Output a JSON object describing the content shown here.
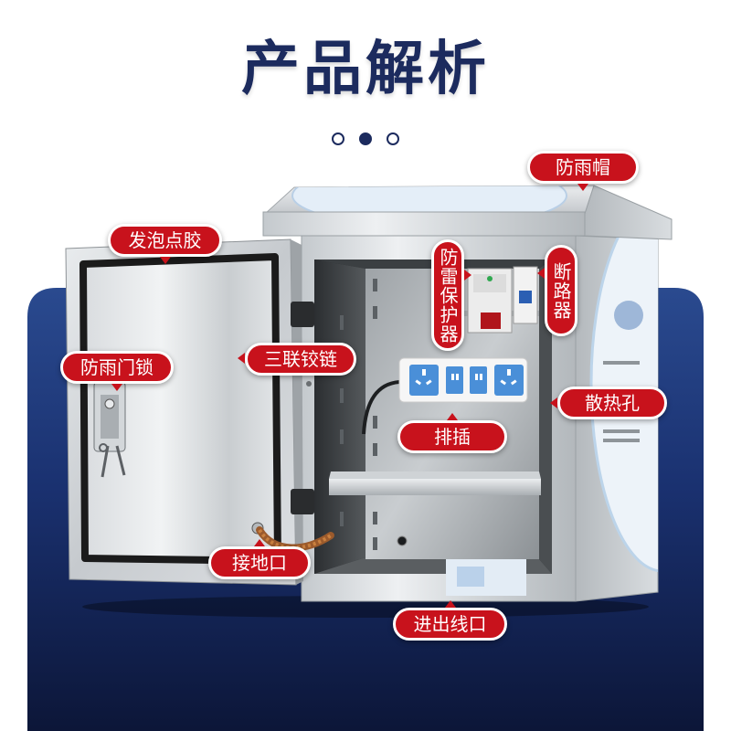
{
  "title": "产品解析",
  "pager": {
    "count": 3,
    "active_index": 1
  },
  "callouts": {
    "rain_cap": "防雨帽",
    "foam_gasket": "发泡点胶",
    "surge_protector": "防雷保护器",
    "breaker": "断路器",
    "door_lock": "防雨门锁",
    "hinge": "三联铰链",
    "vent_holes": "散热孔",
    "power_strip": "排插",
    "ground_port": "接地口",
    "cable_entry": "进出线口"
  },
  "colors": {
    "title": "#1c2b5e",
    "callout": "#c8121c",
    "panel_top": "#2a4a8f",
    "panel_bottom": "#0c1638",
    "socket": "#4a8fd8",
    "copper_braid": "#9b5a2c"
  }
}
